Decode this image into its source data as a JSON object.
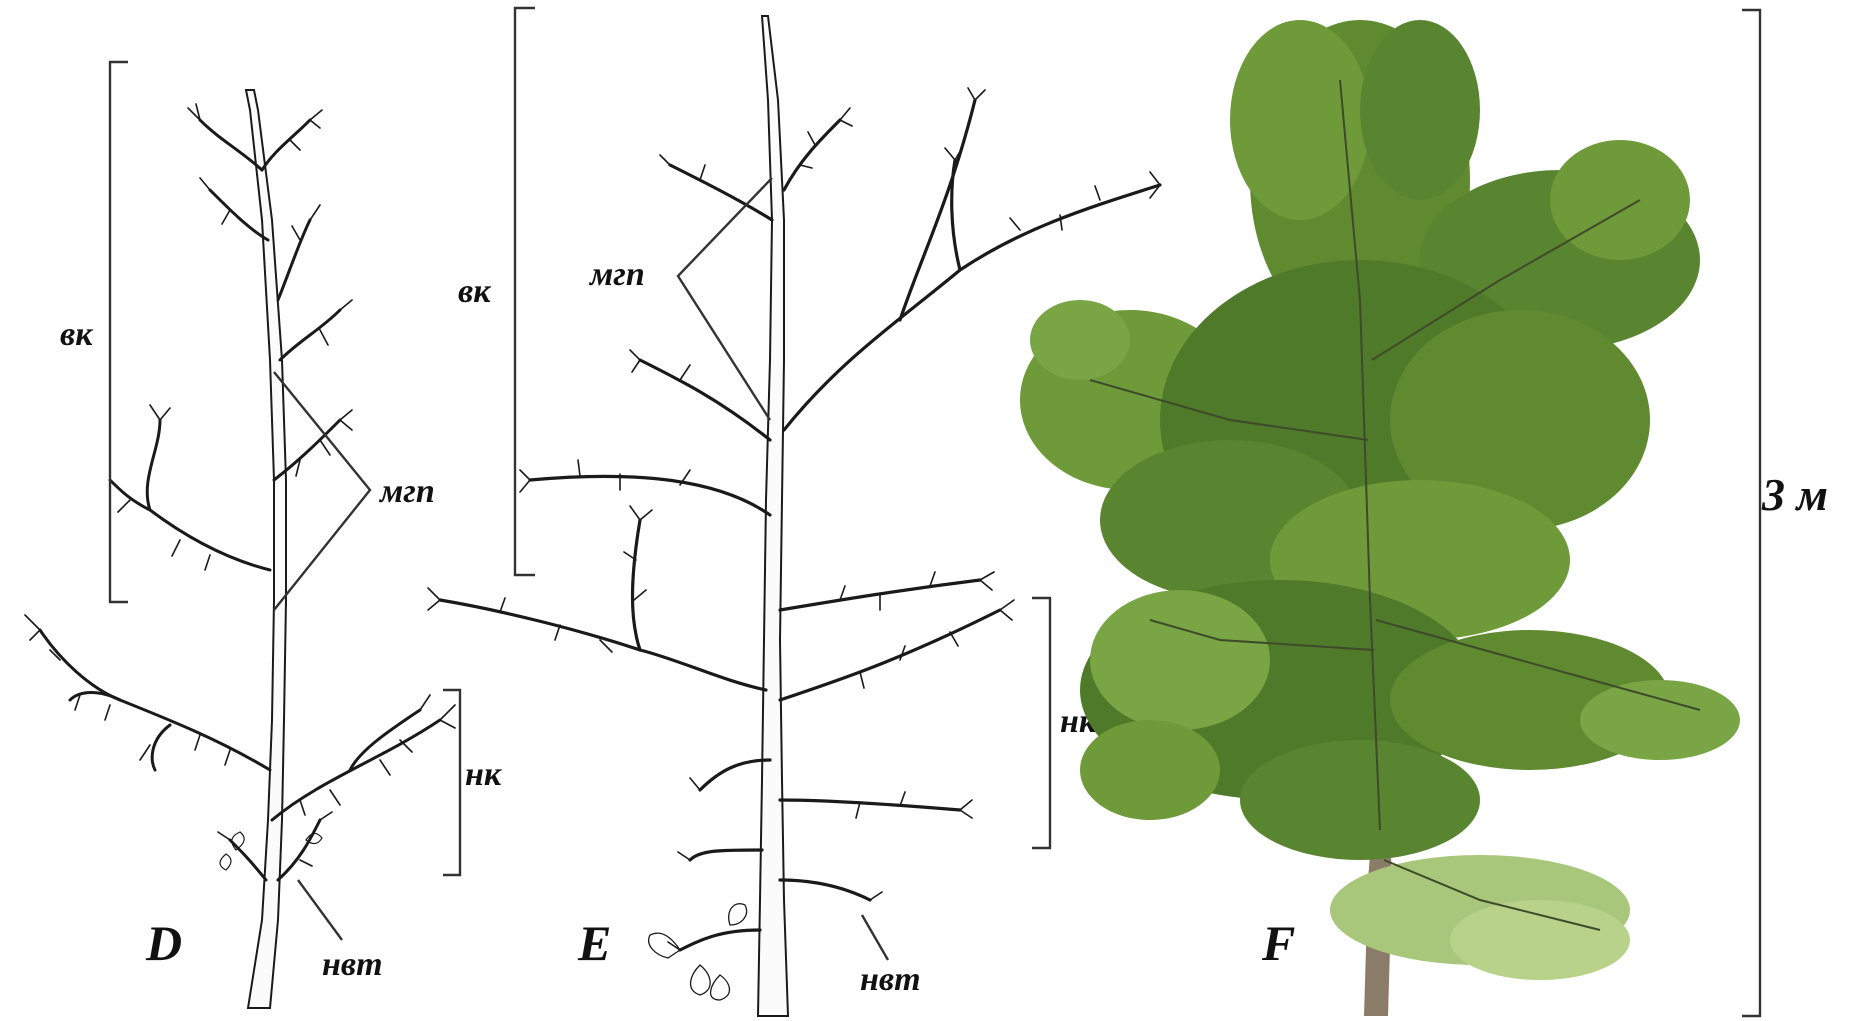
{
  "panels": [
    {
      "id": "D",
      "letter": "D",
      "labels": {
        "upper_crown": "вк",
        "lower_crown": "нк",
        "shoots": "мгп",
        "lower_trunk": "нвт"
      }
    },
    {
      "id": "E",
      "letter": "E",
      "labels": {
        "upper_crown": "вк",
        "lower_crown": "нк",
        "shoots": "мгп",
        "lower_trunk": "нвт"
      }
    },
    {
      "id": "F",
      "letter": "F",
      "scale_label": "3 м"
    }
  ],
  "colors": {
    "ink": "#1a1a1a",
    "bracket": "#333333",
    "foliage_dark": "#4f7a2a",
    "foliage_mid": "#6f9a3a",
    "foliage_light": "#a9c77a",
    "trunk_photo": "#8a7c68"
  }
}
